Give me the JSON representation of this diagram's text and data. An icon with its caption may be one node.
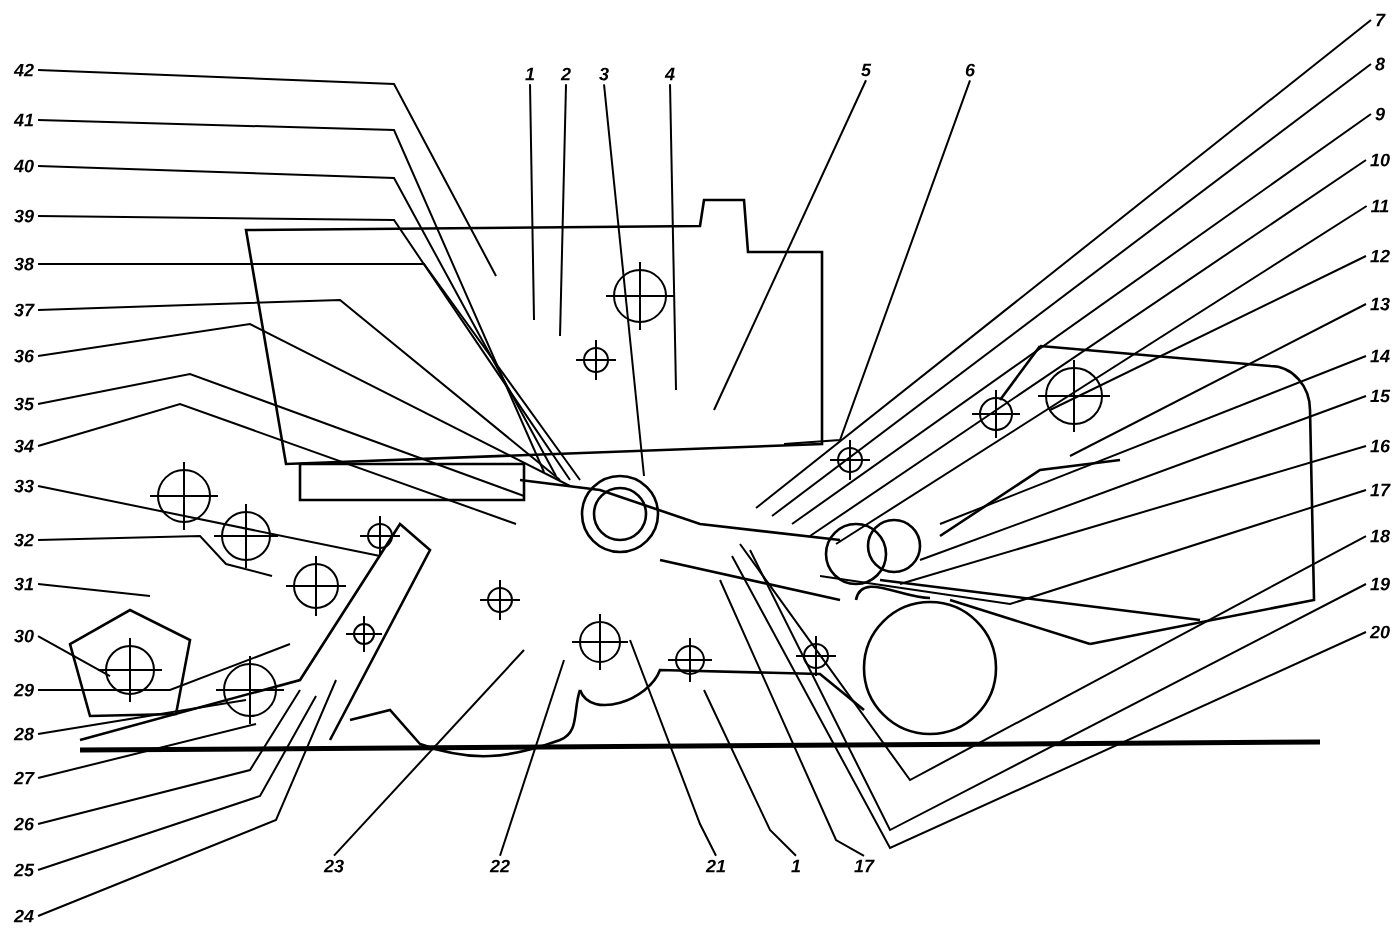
{
  "diagram": {
    "nodes": [
      {
        "text": [
          "1"
        ]
      },
      {
        "text": [
          "2"
        ]
      },
      {
        "text": [
          "3"
        ]
      },
      {
        "text": [
          "4"
        ]
      },
      {
        "text": [
          "5"
        ]
      },
      {
        "text": [
          "6"
        ]
      },
      {
        "text": [
          "7"
        ]
      },
      {
        "text": [
          "8"
        ]
      },
      {
        "text": [
          "9"
        ]
      },
      {
        "text": [
          "10"
        ]
      },
      {
        "text": [
          "11"
        ]
      },
      {
        "text": [
          "12"
        ]
      },
      {
        "text": [
          "13"
        ]
      },
      {
        "text": [
          "14"
        ]
      },
      {
        "text": [
          "15"
        ]
      },
      {
        "text": [
          "16"
        ]
      },
      {
        "text": [
          "17"
        ]
      },
      {
        "text": [
          "18"
        ]
      },
      {
        "text": [
          "19"
        ]
      },
      {
        "text": [
          "20"
        ]
      },
      {
        "text": [
          "23"
        ]
      },
      {
        "text": [
          "22"
        ]
      },
      {
        "text": [
          "21"
        ]
      },
      {
        "text": [
          "1"
        ]
      },
      {
        "text": [
          "17"
        ]
      },
      {
        "text": [
          "24"
        ]
      },
      {
        "text": [
          "25"
        ]
      },
      {
        "text": [
          "26"
        ]
      },
      {
        "text": [
          "27"
        ]
      },
      {
        "text": [
          "28"
        ]
      },
      {
        "text": [
          "29"
        ]
      },
      {
        "text": [
          "30"
        ]
      },
      {
        "text": [
          "31"
        ]
      },
      {
        "text": [
          "32"
        ]
      },
      {
        "text": [
          "33"
        ]
      },
      {
        "text": [
          "34"
        ]
      },
      {
        "text": [
          "35"
        ]
      },
      {
        "text": [
          "36"
        ]
      },
      {
        "text": [
          "37"
        ]
      },
      {
        "text": [
          "38"
        ]
      },
      {
        "text": [
          "39"
        ]
      },
      {
        "text": [
          "40"
        ]
      },
      {
        "text": [
          "41"
        ]
      },
      {
        "text": [
          "42"
        ]
      }
    ],
    "edges": [
      {
        "from": 0,
        "to": null,
        "arrow": "none"
      },
      {
        "from": 1,
        "to": null,
        "arrow": "none"
      },
      {
        "from": 2,
        "to": null,
        "arrow": "none"
      },
      {
        "from": 3,
        "to": null,
        "arrow": "none"
      },
      {
        "from": 4,
        "to": null,
        "arrow": "none"
      },
      {
        "from": 5,
        "to": null,
        "arrow": "none"
      },
      {
        "from": 6,
        "to": null,
        "arrow": "none"
      },
      {
        "from": 7,
        "to": null,
        "arrow": "none"
      },
      {
        "from": 8,
        "to": null,
        "arrow": "none"
      },
      {
        "from": 9,
        "to": null,
        "arrow": "none"
      },
      {
        "from": 10,
        "to": null,
        "arrow": "none"
      },
      {
        "from": 11,
        "to": null,
        "arrow": "none"
      },
      {
        "from": 12,
        "to": null,
        "arrow": "none"
      },
      {
        "from": 13,
        "to": null,
        "arrow": "none"
      },
      {
        "from": 14,
        "to": null,
        "arrow": "none"
      },
      {
        "from": 15,
        "to": null,
        "arrow": "none"
      },
      {
        "from": 16,
        "to": null,
        "arrow": "none"
      },
      {
        "from": 17,
        "to": null,
        "arrow": "none"
      },
      {
        "from": 18,
        "to": null,
        "arrow": "none"
      },
      {
        "from": 19,
        "to": null,
        "arrow": "none"
      },
      {
        "from": 20,
        "to": null,
        "arrow": "none"
      },
      {
        "from": 21,
        "to": null,
        "arrow": "none"
      },
      {
        "from": 22,
        "to": null,
        "arrow": "none"
      },
      {
        "from": 23,
        "to": null,
        "arrow": "none"
      },
      {
        "from": 24,
        "to": null,
        "arrow": "none"
      },
      {
        "from": 25,
        "to": null,
        "arrow": "none"
      },
      {
        "from": 26,
        "to": null,
        "arrow": "none"
      },
      {
        "from": 27,
        "to": null,
        "arrow": "none"
      },
      {
        "from": 28,
        "to": null,
        "arrow": "none"
      },
      {
        "from": 29,
        "to": null,
        "arrow": "none"
      },
      {
        "from": 30,
        "to": null,
        "arrow": "none"
      },
      {
        "from": 31,
        "to": null,
        "arrow": "none"
      },
      {
        "from": 32,
        "to": null,
        "arrow": "none"
      },
      {
        "from": 33,
        "to": null,
        "arrow": "none"
      },
      {
        "from": 34,
        "to": null,
        "arrow": "none"
      },
      {
        "from": 35,
        "to": null,
        "arrow": "none"
      },
      {
        "from": 36,
        "to": null,
        "arrow": "none"
      },
      {
        "from": 37,
        "to": null,
        "arrow": "none"
      },
      {
        "from": 38,
        "to": null,
        "arrow": "none"
      },
      {
        "from": 39,
        "to": null,
        "arrow": "none"
      },
      {
        "from": 40,
        "to": null,
        "arrow": "none"
      },
      {
        "from": 41,
        "to": null,
        "arrow": "none"
      },
      {
        "from": 42,
        "to": null,
        "arrow": "none"
      },
      {
        "from": 43,
        "to": null,
        "arrow": "none"
      }
    ]
  }
}
